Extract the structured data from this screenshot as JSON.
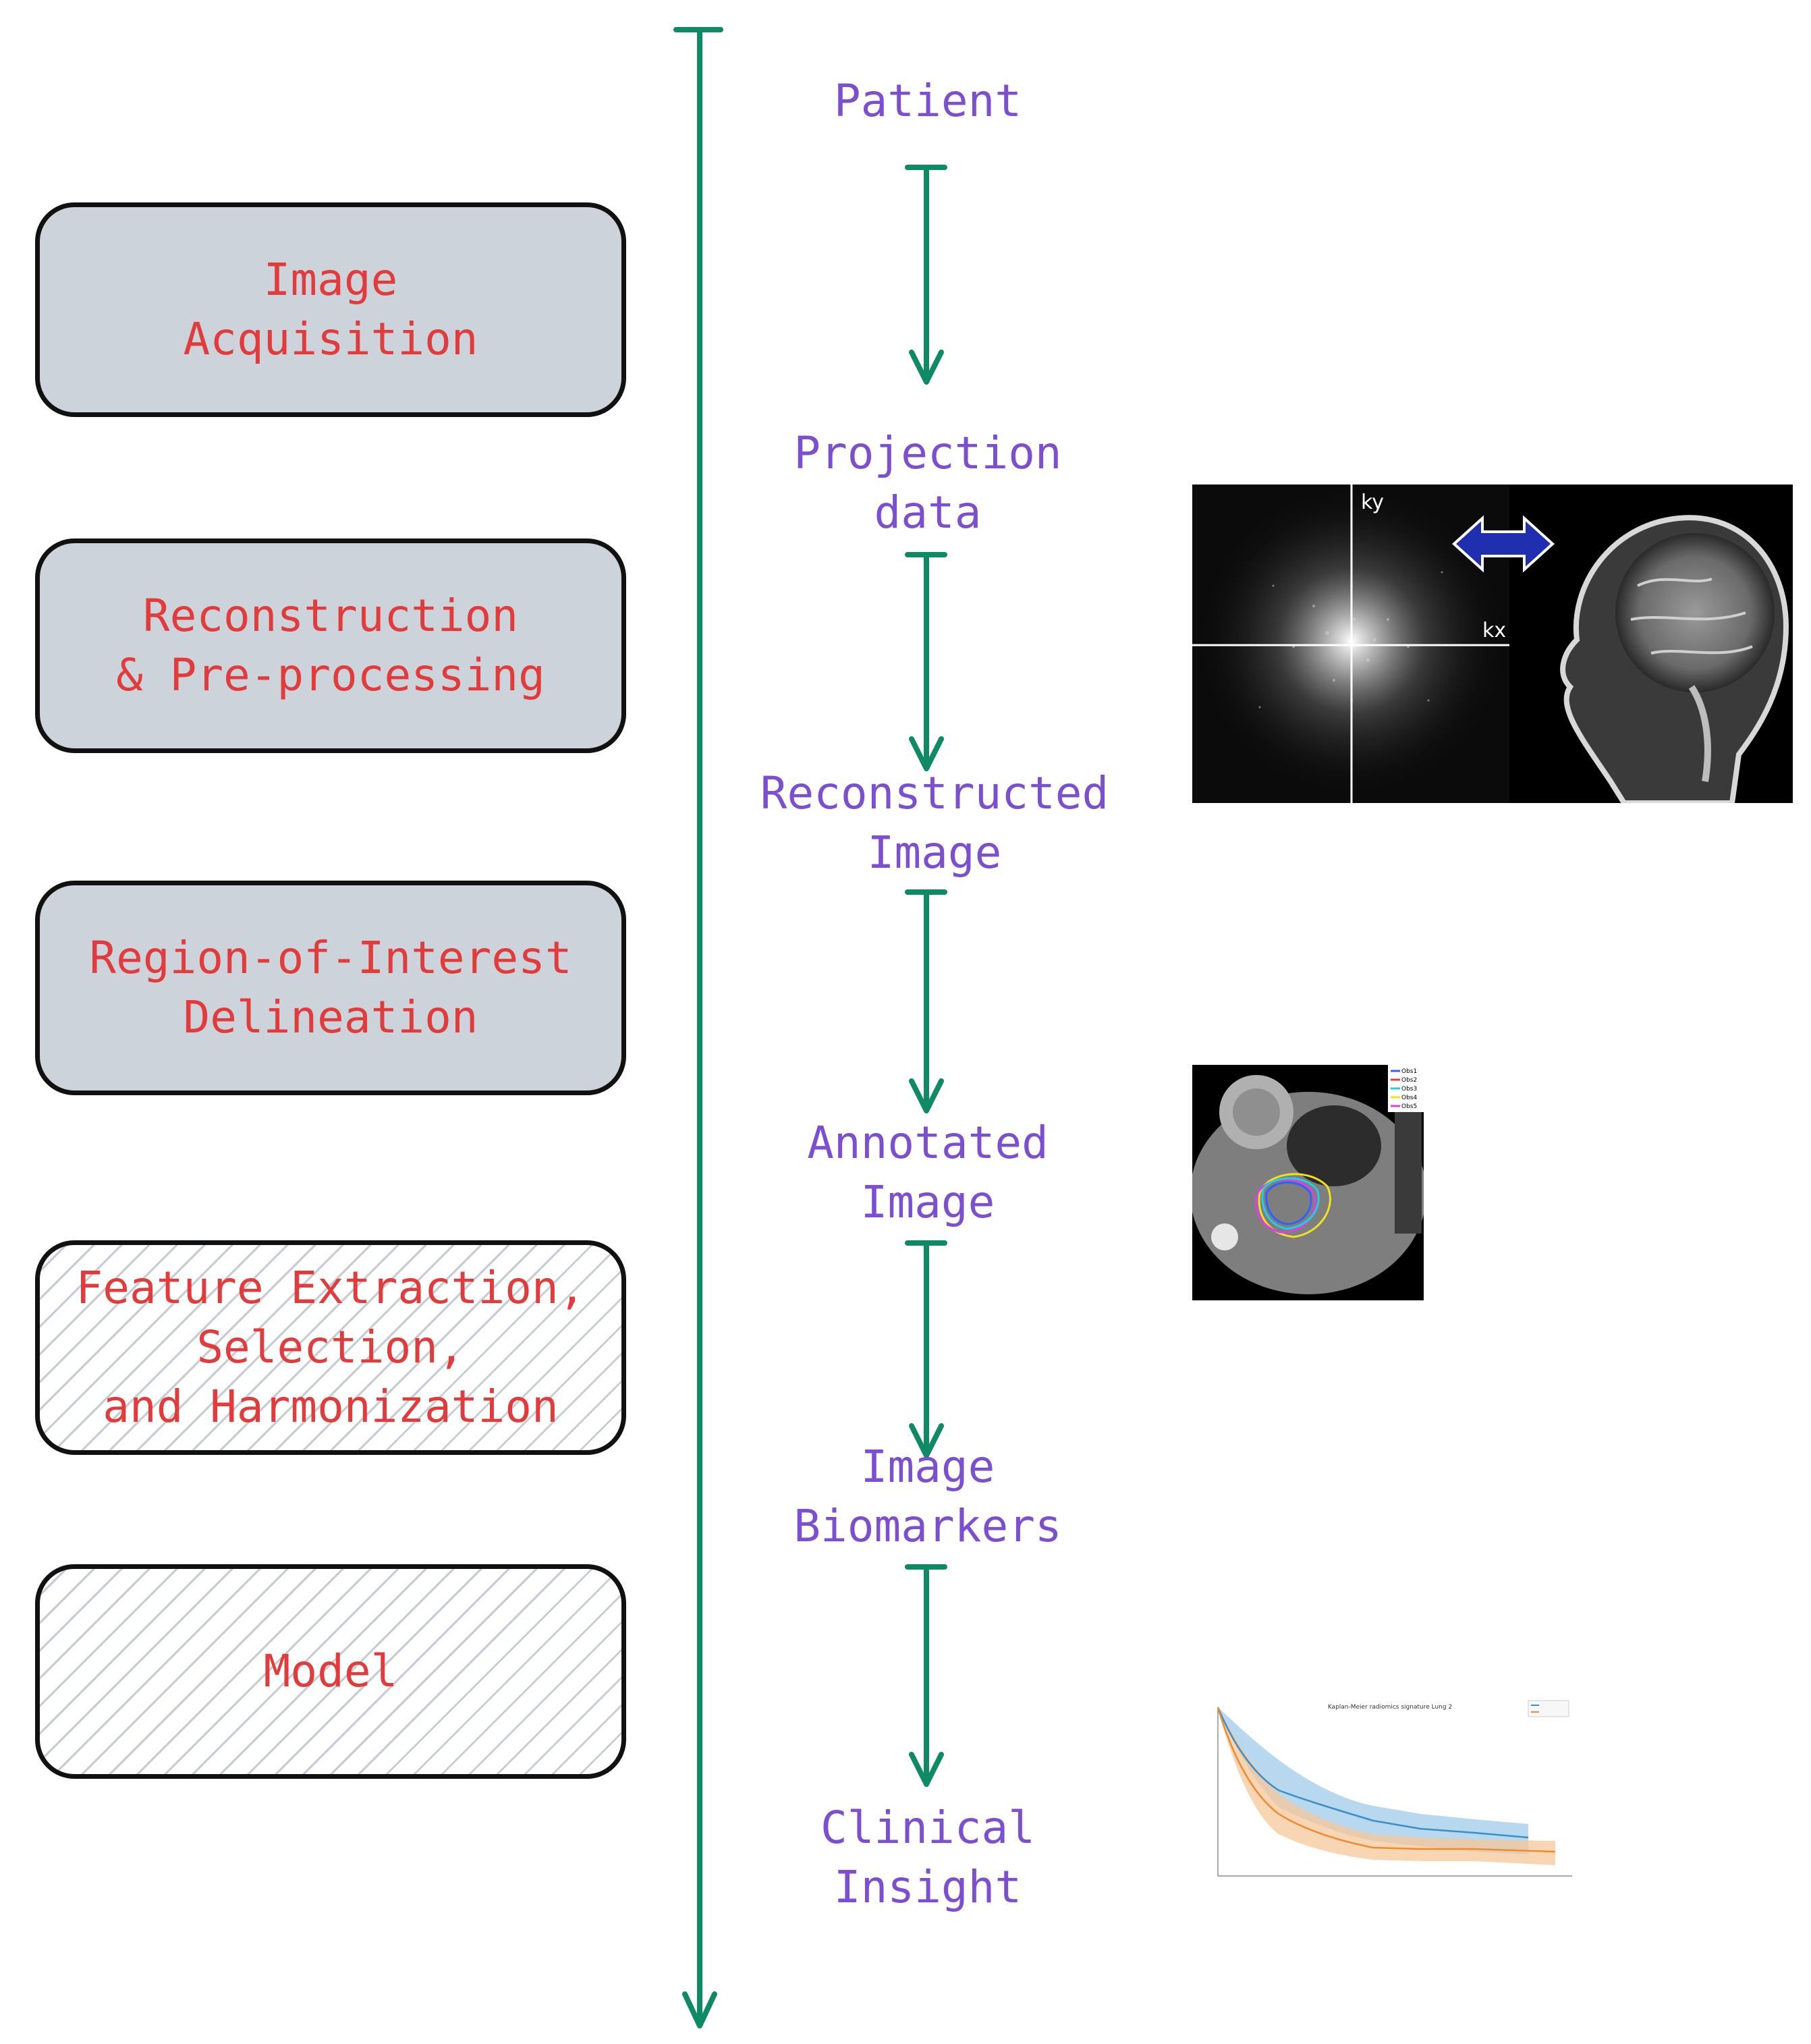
{
  "stages": [
    {
      "label": "Image\nAcquisition"
    },
    {
      "label": "Reconstruction\n& Pre-processing"
    },
    {
      "label": "Region-of-Interest\nDelineation"
    },
    {
      "label": "Feature Extraction,\nSelection,\nand Harmonization"
    },
    {
      "label": "Model"
    }
  ],
  "flow": [
    {
      "label": "Patient"
    },
    {
      "label": "Projection\ndata"
    },
    {
      "label": "Reconstructed\nImage"
    },
    {
      "label": "Annotated\nImage"
    },
    {
      "label": "Image\nBiomarkers"
    },
    {
      "label": "Clinical\nInsight"
    }
  ],
  "kspace_figure": {
    "axis_labels": [
      "ky",
      "kx"
    ]
  },
  "ct_figure": {
    "legend": [
      "Obs1",
      "Obs2",
      "Obs3",
      "Obs4",
      "Obs5"
    ]
  },
  "survival_figure": {
    "title": "Kaplan-Meier radiomics signature Lung 2"
  },
  "colors": {
    "timeline": "#0e8a64",
    "stage_text": "#e23b3b",
    "flow_text": "#7b4fd0",
    "stage_fill": "#cdd3da",
    "double_arrow": "#1f2fb0"
  }
}
